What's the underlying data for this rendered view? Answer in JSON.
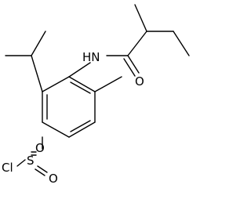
{
  "atoms": {
    "nh": "HN",
    "o_carbonyl": "O",
    "s": "S",
    "o_upper": "O",
    "o_right": "O",
    "cl": "Cl"
  },
  "colors": {
    "line": "#000000",
    "background": "#ffffff"
  }
}
